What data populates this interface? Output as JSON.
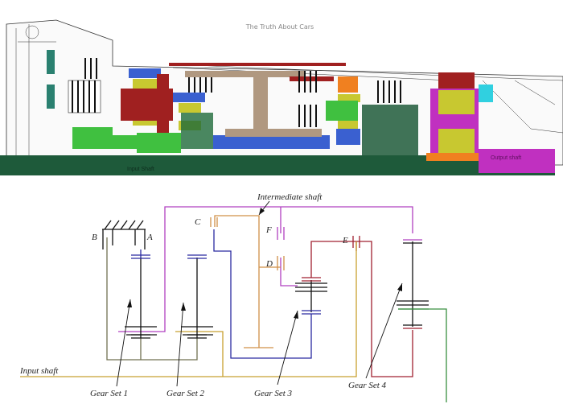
{
  "watermark": "The Truth About Cars",
  "cross_section": {
    "input_shaft_label": "Input Shaft",
    "output_shaft_label": "Output shaft"
  },
  "schematic": {
    "intermediate_shaft_label": "Intermediate shaft",
    "input_shaft_label": "Input shaft",
    "clutches": {
      "A": "A",
      "B": "B",
      "C": "C",
      "D": "D",
      "E": "E",
      "F": "F"
    },
    "gear_sets": [
      "Gear Set 1",
      "Gear Set 2",
      "Gear Set 3",
      "Gear Set 4"
    ]
  },
  "colors": {
    "purple": "#b040c0",
    "olive": "#707050",
    "blue": "#2a2aa0",
    "orange": "#d09048",
    "red": "#a02030",
    "yellow": "#c8a030",
    "green": "#3a9040",
    "dark_green": "#1e5a3a"
  }
}
